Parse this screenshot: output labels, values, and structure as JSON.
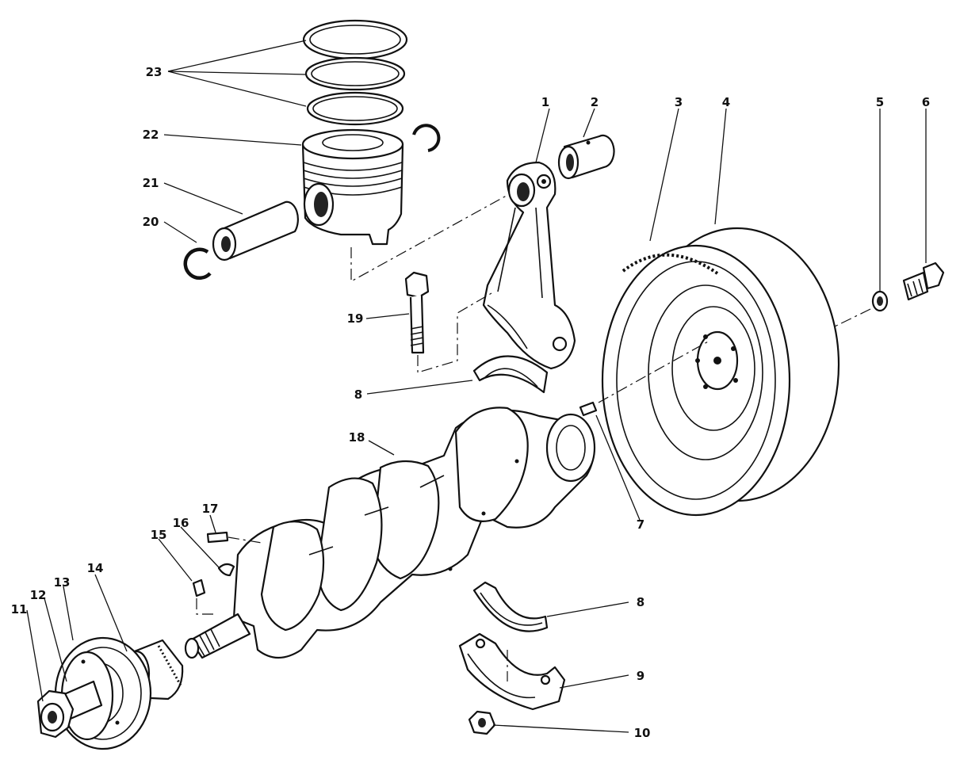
{
  "diagram": {
    "callouts": [
      {
        "id": "c1",
        "label": "1"
      },
      {
        "id": "c2",
        "label": "2"
      },
      {
        "id": "c3",
        "label": "3"
      },
      {
        "id": "c4",
        "label": "4"
      },
      {
        "id": "c5",
        "label": "5"
      },
      {
        "id": "c6",
        "label": "6"
      },
      {
        "id": "c7",
        "label": "7"
      },
      {
        "id": "c8a",
        "label": "8"
      },
      {
        "id": "c8b",
        "label": "8"
      },
      {
        "id": "c9",
        "label": "9"
      },
      {
        "id": "c10",
        "label": "10"
      },
      {
        "id": "c11",
        "label": "11"
      },
      {
        "id": "c12",
        "label": "12"
      },
      {
        "id": "c13",
        "label": "13"
      },
      {
        "id": "c14",
        "label": "14"
      },
      {
        "id": "c15",
        "label": "15"
      },
      {
        "id": "c16",
        "label": "16"
      },
      {
        "id": "c17",
        "label": "17"
      },
      {
        "id": "c18",
        "label": "18"
      },
      {
        "id": "c19",
        "label": "19"
      },
      {
        "id": "c20",
        "label": "20"
      },
      {
        "id": "c21",
        "label": "21"
      },
      {
        "id": "c22",
        "label": "22"
      },
      {
        "id": "c23",
        "label": "23"
      }
    ]
  }
}
